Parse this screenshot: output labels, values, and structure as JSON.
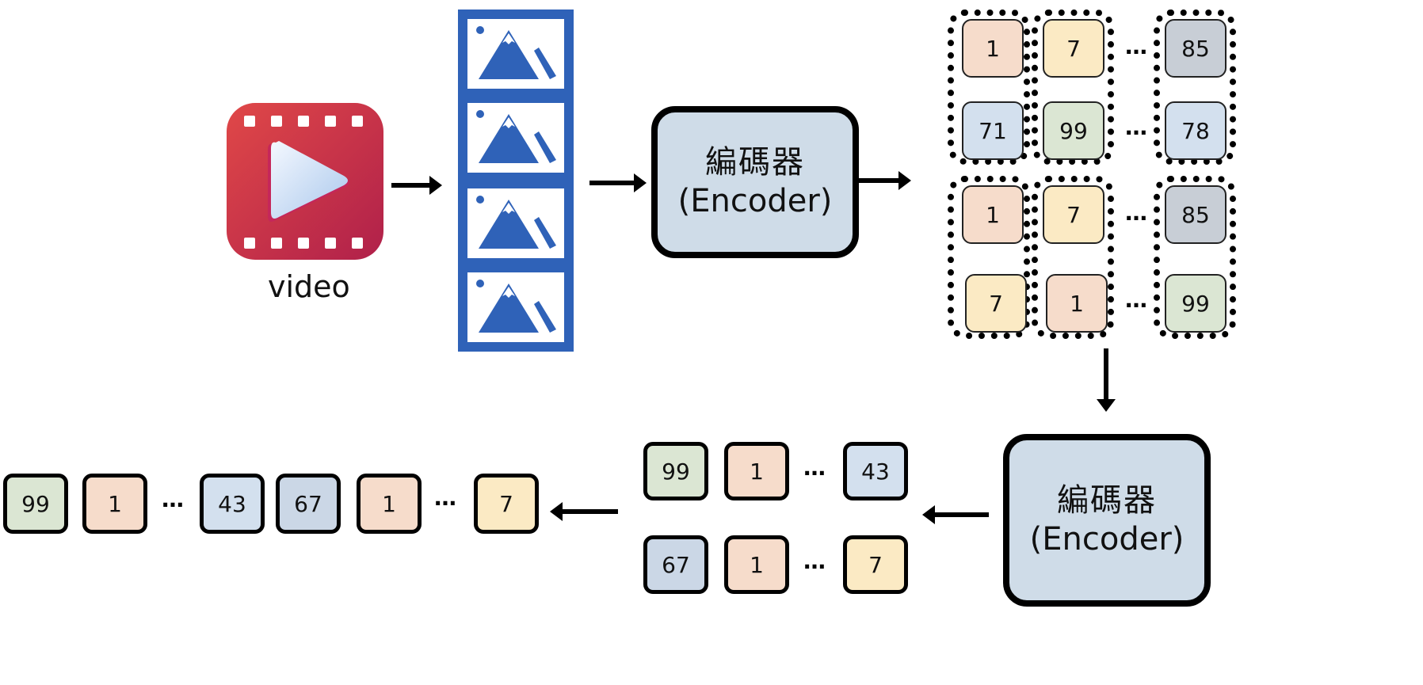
{
  "diagram": {
    "video": {
      "label": "video",
      "icon": "video-play-icon"
    },
    "frames": {
      "count": 4,
      "icon": "image-mountain-icon"
    },
    "encoder_top": {
      "zh": "編碼器",
      "en": "(Encoder)"
    },
    "encoder_bottom": {
      "zh": "編碼器",
      "en": "(Encoder)"
    },
    "token_grid": {
      "blocks": [
        {
          "groups": [
            {
              "tokens": [
                {
                  "value": "1",
                  "color": "#f6dccb"
                },
                {
                  "value": "71",
                  "color": "#d3e0ee"
                }
              ]
            },
            {
              "tokens": [
                {
                  "value": "7",
                  "color": "#fbeac4"
                },
                {
                  "value": "99",
                  "color": "#dbe6d3"
                }
              ]
            },
            {
              "tokens": [
                {
                  "value": "85",
                  "color": "#c8ced6"
                },
                {
                  "value": "78",
                  "color": "#d3e0ee"
                }
              ]
            }
          ]
        },
        {
          "groups": [
            {
              "tokens": [
                {
                  "value": "1",
                  "color": "#f6dccb"
                },
                {
                  "value": "7",
                  "color": "#fbeac4"
                }
              ]
            },
            {
              "tokens": [
                {
                  "value": "7",
                  "color": "#fbeac4"
                },
                {
                  "value": "1",
                  "color": "#f6dccb"
                }
              ]
            },
            {
              "tokens": [
                {
                  "value": "85",
                  "color": "#c8ced6"
                },
                {
                  "value": "99",
                  "color": "#dbe6d3"
                }
              ]
            }
          ]
        }
      ],
      "ellipsis": "…"
    },
    "compressed_rows": [
      {
        "tokens": [
          {
            "value": "99",
            "color": "#dbe6d3"
          },
          {
            "value": "1",
            "color": "#f6dccb"
          },
          {
            "value": "43",
            "color": "#d3e0ee"
          }
        ]
      },
      {
        "tokens": [
          {
            "value": "67",
            "color": "#cbd7e6"
          },
          {
            "value": "1",
            "color": "#f6dccb"
          },
          {
            "value": "7",
            "color": "#fbeac4"
          }
        ]
      }
    ],
    "final_sequence": {
      "tokens": [
        {
          "value": "99",
          "color": "#dbe6d3"
        },
        {
          "value": "1",
          "color": "#f6dccb"
        },
        {
          "value": "43",
          "color": "#d3e0ee"
        },
        {
          "value": "67",
          "color": "#cbd7e6"
        },
        {
          "value": "1",
          "color": "#f6dccb"
        },
        {
          "value": "7",
          "color": "#fbeac4"
        }
      ]
    },
    "ellipsis": "…",
    "colors": {
      "frame_blue": "#2f62b8",
      "encoder_fill": "#cfdce8",
      "video_red": "#d2344a"
    }
  }
}
